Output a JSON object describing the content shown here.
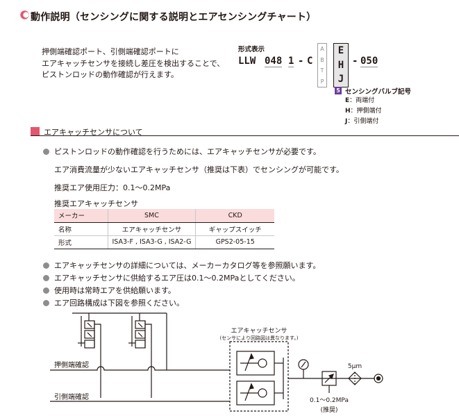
{
  "header": {
    "title": "動作説明（センシングに関する説明とエアセンシングチャート）"
  },
  "intro": {
    "lines": [
      "押側端確認ポート、引側端確認ポートに",
      "エアキャッチセンサを接続し差圧を検出することで、",
      "ピストンロッドの動作確認が行えます。"
    ]
  },
  "model": {
    "label": "形式表示",
    "prefix": "LLW",
    "size": "048",
    "mid": "1",
    "dash1": "-",
    "type": "C",
    "options": [
      "A",
      "B",
      "T",
      "P"
    ],
    "sensing": [
      "E",
      "H",
      "J"
    ],
    "dash2": "-",
    "stroke": "050"
  },
  "sensing_valve": {
    "number": "5",
    "title": "センシングバルブ記号",
    "items": [
      {
        "code": "E",
        "desc": "：両端付"
      },
      {
        "code": "H",
        "desc": "：押側端付"
      },
      {
        "code": "J",
        "desc": "：引側端付"
      }
    ]
  },
  "section": {
    "title": "エアキャッチセンサについて",
    "bullet1": "ピストンロッドの動作確認を行うためには、エアキャッチセンサが必要です。",
    "line2": "エア消費流量が少ないエアキャッチセンサ（推奨は下表）でセンシングが可能です。",
    "pressure": "推奨エア使用圧力：0.1～0.2MPa",
    "table_caption": "推奨エアキャッチセンサ",
    "table": {
      "header": [
        "メーカー",
        "SMC",
        "CKD"
      ],
      "rows": [
        [
          "名称",
          "エアキャッチセンサ",
          "ギャップスイッチ"
        ],
        [
          "形式",
          "ISA3-F , ISA3-G , ISA2-G",
          "GPS2-05-15"
        ]
      ]
    },
    "notes": [
      "エアキャッチセンサの詳細については、メーカーカタログ等を参照願います。",
      "エアキャッチセンサに供給するエア圧は0.1～0.2MPaとしてください。",
      "使用時は常時エアを供給願います。",
      "エア回路構成は下図を参照ください。"
    ]
  },
  "diagram": {
    "sensor_label": "エアキャッチセンサ",
    "sensor_note": "(センサにより回路図は異なります。)",
    "push_label": "押側端確認",
    "pull_label": "引側端確認",
    "filter_label": "5μm",
    "pressure_label": "0.1～0.2MPa",
    "recommended": "(推奨)"
  },
  "colors": {
    "accent": "#e3566f",
    "tag_purple": "#6a3d9a",
    "table_head": "#fadcdc",
    "gray": "#8d8d8d"
  }
}
